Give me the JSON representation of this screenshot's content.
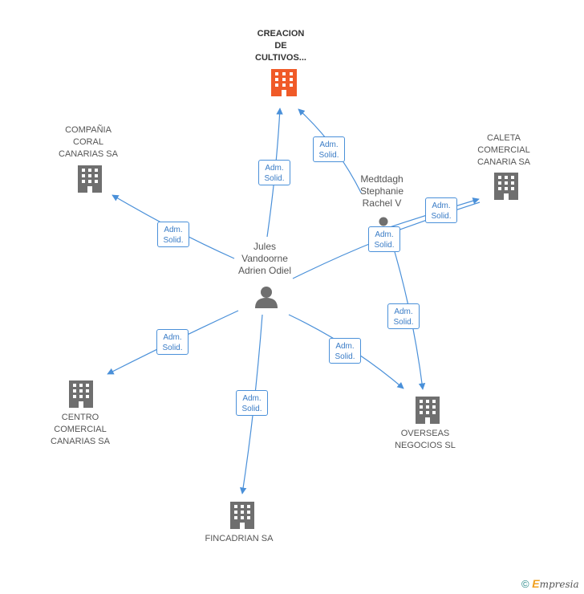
{
  "nodes": {
    "creacion": "CREACION\nDE\nCULTIVOS...",
    "coral": "COMPAÑIA\nCORAL\nCANARIAS SA",
    "caleta": "CALETA\nCOMERCIAL\nCANARIA SA",
    "jules": "Jules\nVandoorne\nAdrien Odiel",
    "medtdagh": "Medtdagh\nStephanie\nRachel V",
    "centro": "CENTRO\nCOMERCIAL\nCANARIAS SA",
    "overseas": "OVERSEAS\nNEGOCIOS SL",
    "fincadrian": "FINCADRIAN SA"
  },
  "edge_label": "Adm.\nSolid.",
  "footer": {
    "copyright": "©",
    "brand_initial": "E",
    "brand_rest": "mpresia"
  },
  "colors": {
    "edge": "#4a90d9",
    "company": "#777777",
    "main_company": "#f05a28",
    "person": "#777777"
  },
  "icons": {
    "company": "building-icon",
    "person": "person-icon"
  }
}
